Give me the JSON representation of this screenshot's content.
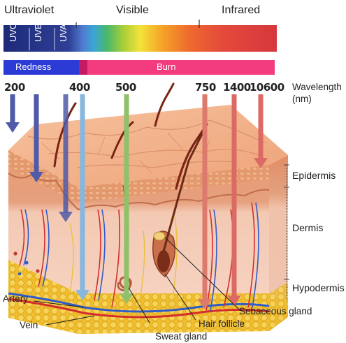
{
  "bands": {
    "uv": "Ultraviolet",
    "visible": "Visible",
    "ir": "Infrared"
  },
  "uv_types": [
    "UVC",
    "UVB",
    "UVA"
  ],
  "effects": {
    "redness": "Redness",
    "burn": "Burn"
  },
  "wavelengths": [
    "200",
    "400",
    "500",
    "750",
    "1400",
    "10600"
  ],
  "wavelength_unit": {
    "line1": "Wavelength",
    "line2": "(nm)"
  },
  "layers": {
    "epidermis": "Epidermis",
    "dermis": "Dermis",
    "hypodermis": "Hypodermis"
  },
  "parts": {
    "artery": "Artery",
    "vein": "Vein",
    "sweat_gland": "Sweat gland",
    "hair_follicle": "Hair follicle",
    "sebaceous_gland": "Sebaceous gland"
  },
  "colors": {
    "uv_bar": "#24368a",
    "redness_bar": "#2d3bd6",
    "burn_bar": "#f23c7e",
    "skin_surface": "#f1b187",
    "dermis": "#f4c7ae",
    "fat": "#f2c934",
    "arrow_uv": "#4f5aa8",
    "arrow_uva": "#86b7df",
    "arrow_visible": "#8fc06a",
    "arrow_ir": "#dc7a6d"
  }
}
